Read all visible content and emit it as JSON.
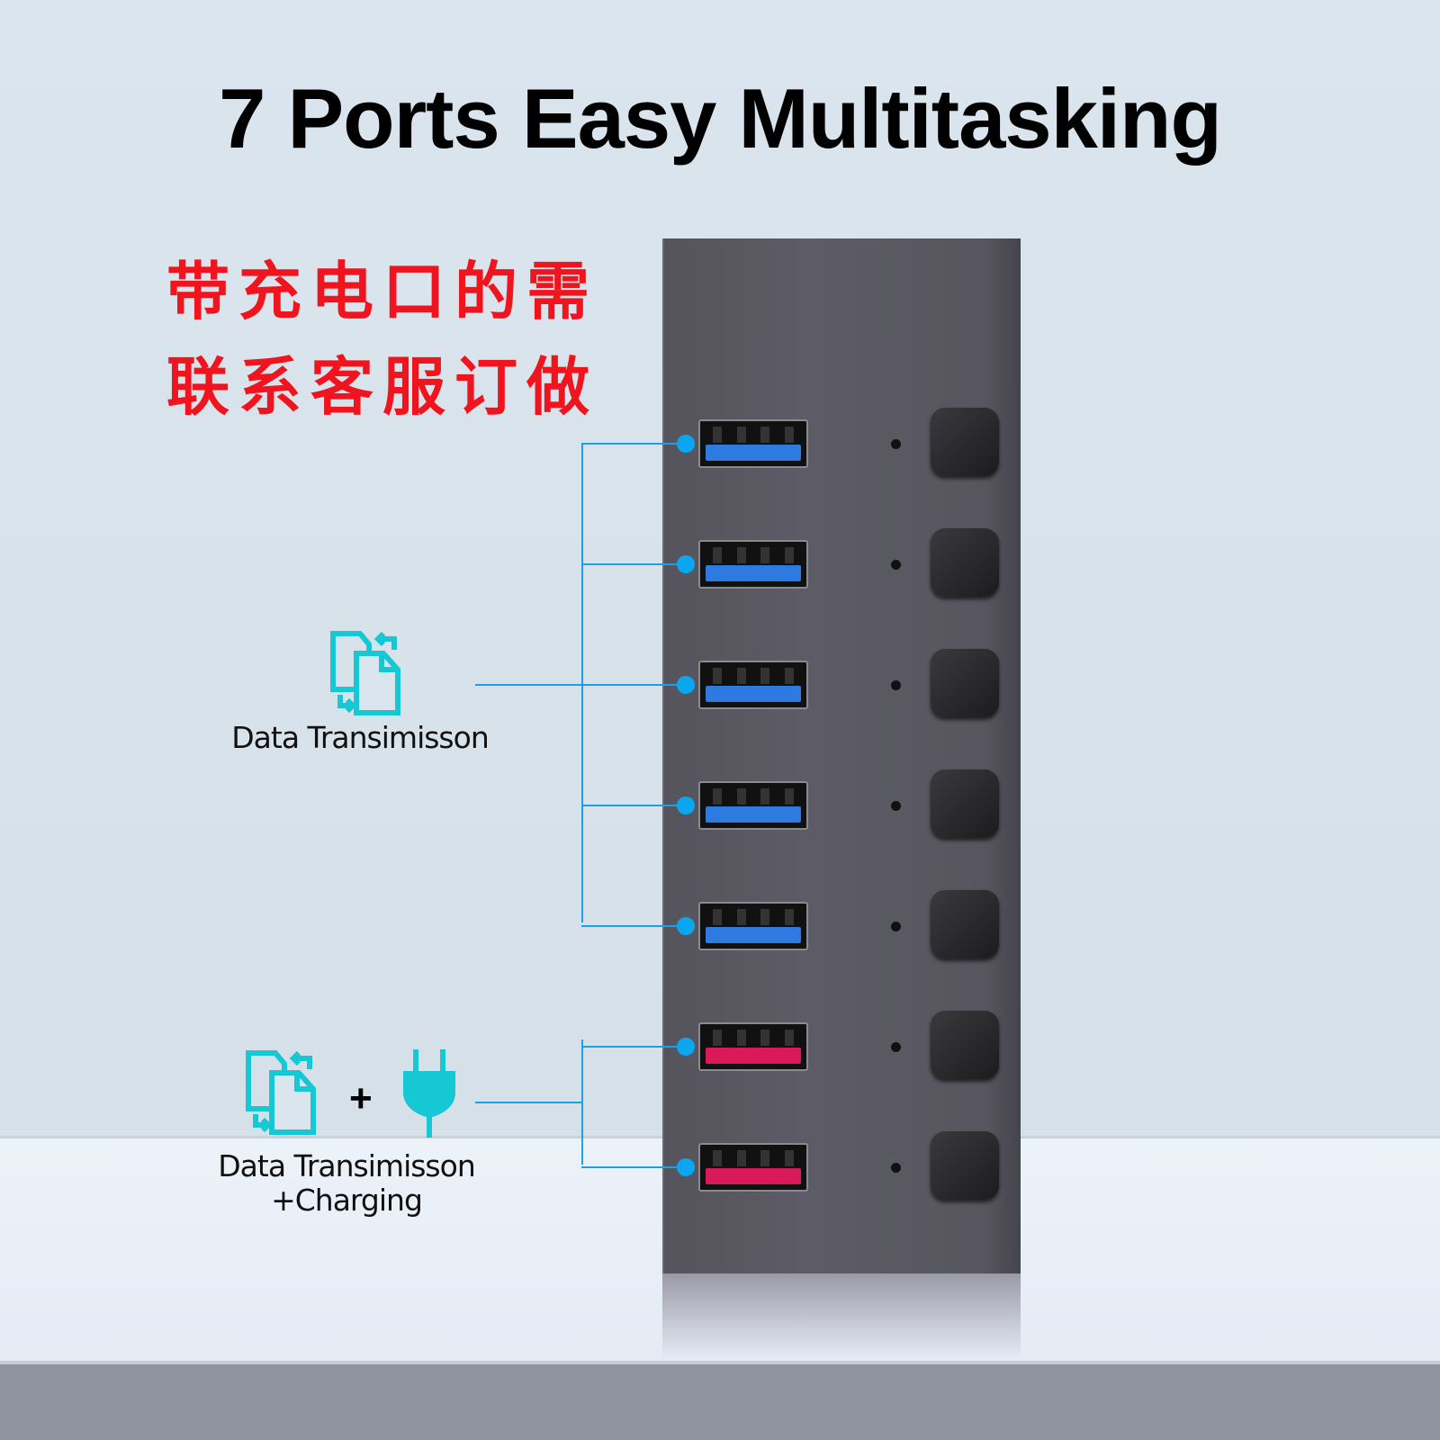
{
  "title": "7 Ports Easy Multitasking",
  "notice": {
    "line1": "带充电口的需",
    "line2": "联系客服订做"
  },
  "groups": [
    {
      "label": "Data Transimisson",
      "icon": "file-transfer-icon",
      "ports": 5,
      "color": "#2d7be0"
    },
    {
      "label_line1": "Data Transimisson",
      "label_line2": "+Charging",
      "icons": [
        "file-transfer-icon",
        "power-plug-icon"
      ],
      "plus": "+",
      "ports": 2,
      "color": "#d8195a"
    }
  ],
  "colors": {
    "accent": "#1da1e6",
    "icon": "#16c8d4",
    "notice": "#f0141e"
  }
}
